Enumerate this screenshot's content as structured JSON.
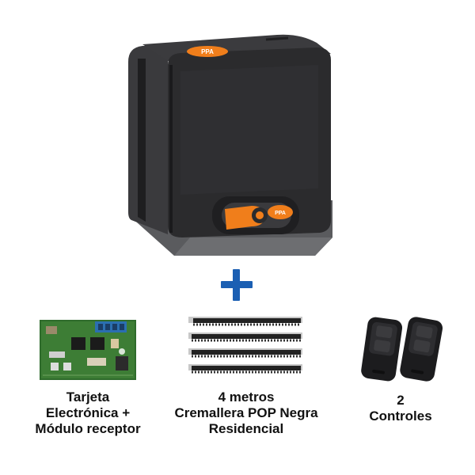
{
  "main_product": {
    "name": "gate-motor",
    "logo_text": "PPA",
    "colors": {
      "body": "#2b2b2d",
      "base": "#58595b",
      "accent": "#f07e1b"
    }
  },
  "plus_sign": {
    "icon": "plus-icon",
    "color": "#1b5fb3"
  },
  "items": [
    {
      "icon": "circuit-board-icon",
      "caption_lines": [
        "Tarjeta",
        "Electrónica +",
        "Módulo receptor"
      ]
    },
    {
      "icon": "gear-rack-icon",
      "caption_lines": [
        "4 metros",
        "Cremallera POP Negra",
        "Residencial"
      ]
    },
    {
      "icon": "remote-control-icon",
      "caption_lines": [
        "2",
        "Controles"
      ]
    }
  ]
}
